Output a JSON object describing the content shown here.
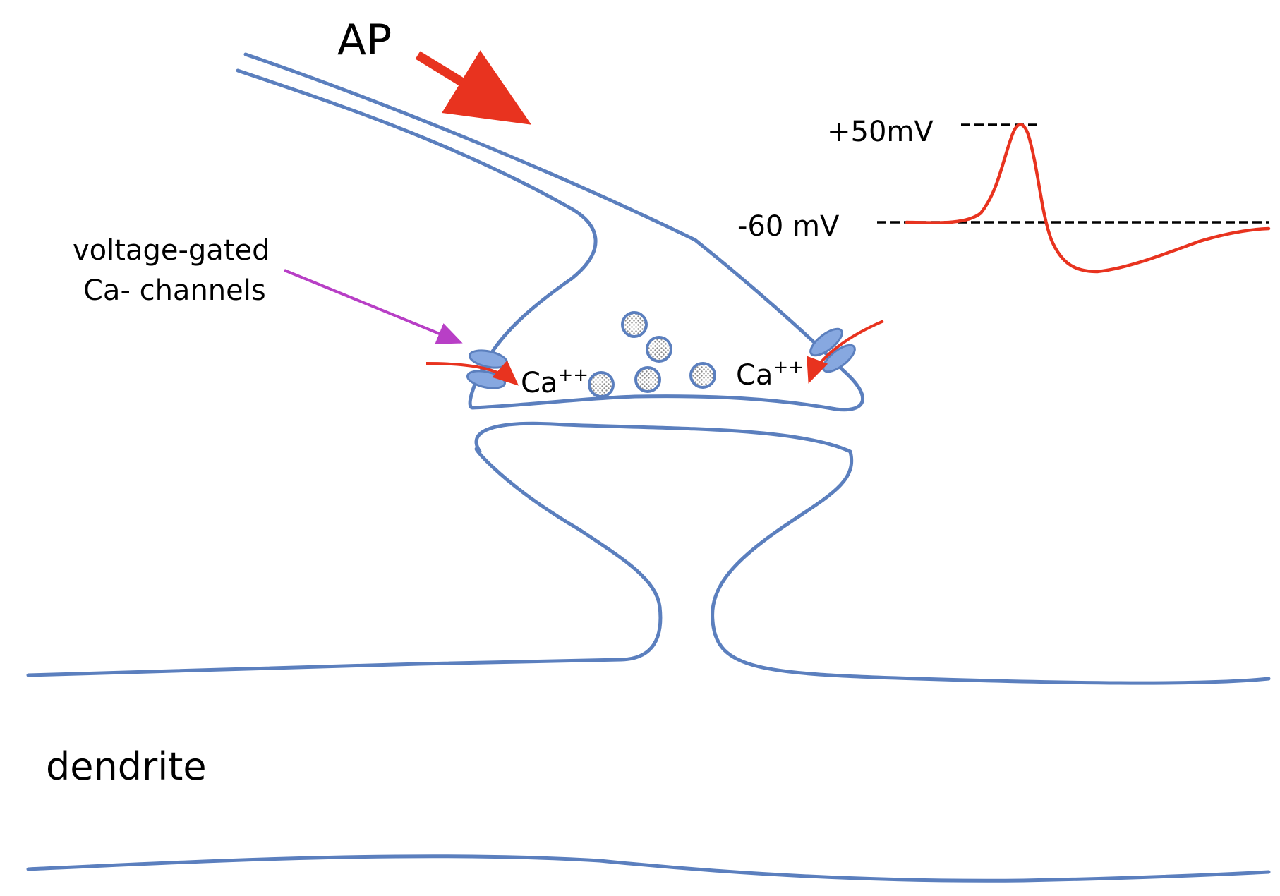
{
  "labels": {
    "ap": "AP",
    "voltage_gated_line1": "voltage-gated",
    "voltage_gated_line2": "Ca- channels",
    "ca_left": "Ca",
    "ca_left_sup": "++",
    "ca_right": "Ca",
    "ca_right_sup": "++",
    "peak_voltage": "+50mV",
    "resting_voltage": "-60 mV",
    "dendrite": "dendrite"
  },
  "colors": {
    "membrane": "#5b7fbe",
    "arrow_red": "#e8331f",
    "arrow_magenta": "#b83fc6",
    "trace_red": "#e8331f",
    "channel_fill": "#87a8e0",
    "vesicle_fill": "#c9c9c9",
    "dashed_line": "#000000"
  },
  "icons": {
    "channel": "ca-channel-icon",
    "vesicle": "synaptic-vesicle-icon"
  }
}
